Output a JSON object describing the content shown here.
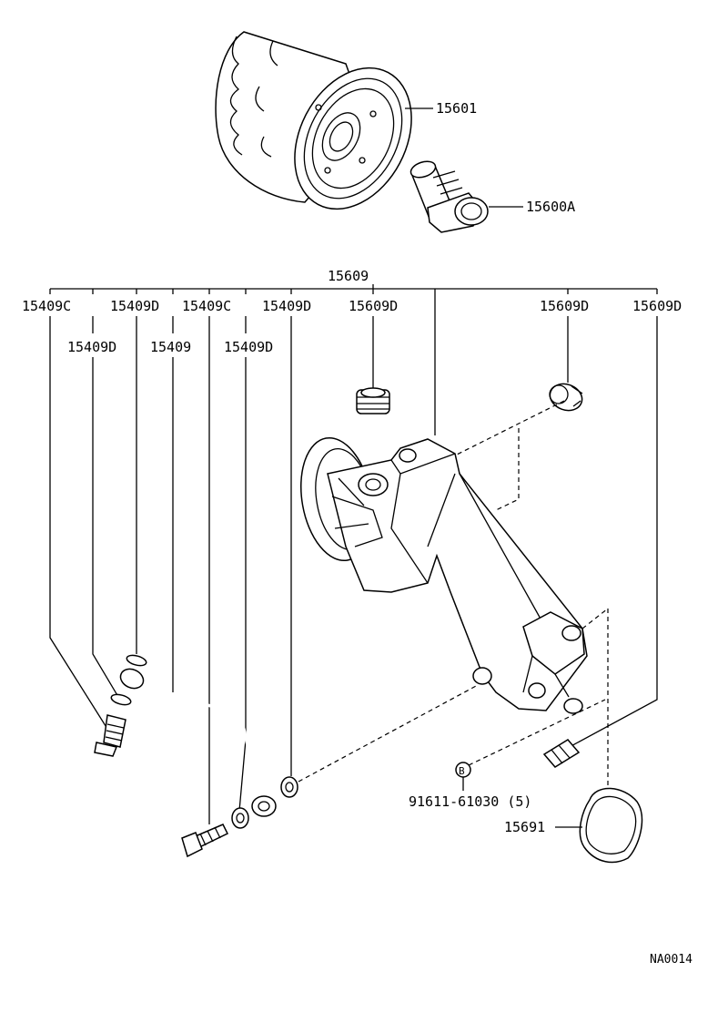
{
  "labels": {
    "p15601": "15601",
    "p15600A": "15600A",
    "p15609": "15609",
    "p15409C_a": "15409C",
    "p15409D_a": "15409D",
    "p15409C_b": "15409C",
    "p15409D_b": "15409D",
    "p15609D_a": "15609D",
    "p15609D_b": "15609D",
    "p15609D_c": "15609D",
    "p15409D_c": "15409D",
    "p15409": "15409",
    "p15409D_d": "15409D",
    "p91611": "91611-61030 (5)",
    "p15691": "15691",
    "bolt_mark": "B",
    "code": "NA0014"
  }
}
